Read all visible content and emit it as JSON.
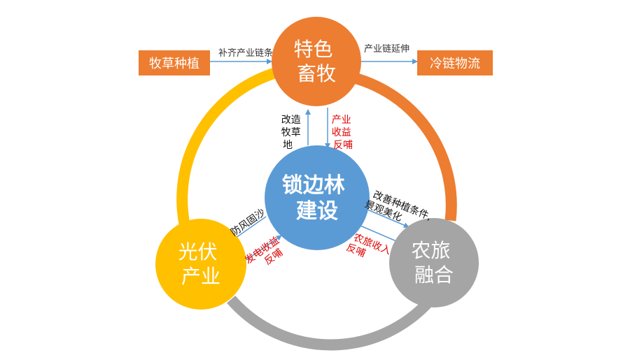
{
  "colors": {
    "orange": "#ED7D31",
    "yellow": "#FFC000",
    "gray": "#A5A5A5",
    "blue": "#5B9BD5",
    "arrow": "#5B9BD5",
    "red_text": "#E00000",
    "black_text": "#111111",
    "box_fill": "#ED7D31"
  },
  "nodes": {
    "top": [
      "特色",
      "畜牧"
    ],
    "center": [
      "锁边林",
      "建设"
    ],
    "left": [
      "光伏",
      "产业"
    ],
    "right": [
      "农旅",
      "融合"
    ]
  },
  "side_boxes": {
    "left": "牧草种植",
    "right": "冷链物流"
  },
  "edge_labels": {
    "left_box_to_top": "补齐产业链条",
    "top_to_right_box": "产业链延伸",
    "center_to_top": [
      "改造",
      "牧草",
      "地"
    ],
    "top_to_center": [
      "产业",
      "收益",
      "反哺"
    ],
    "center_to_left": "防风固沙",
    "left_to_center": [
      "发电收益",
      "反哺"
    ],
    "center_to_right": [
      "改善种植条件,",
      "景观美化"
    ],
    "right_to_center": [
      "农旅收入",
      "反哺"
    ]
  }
}
